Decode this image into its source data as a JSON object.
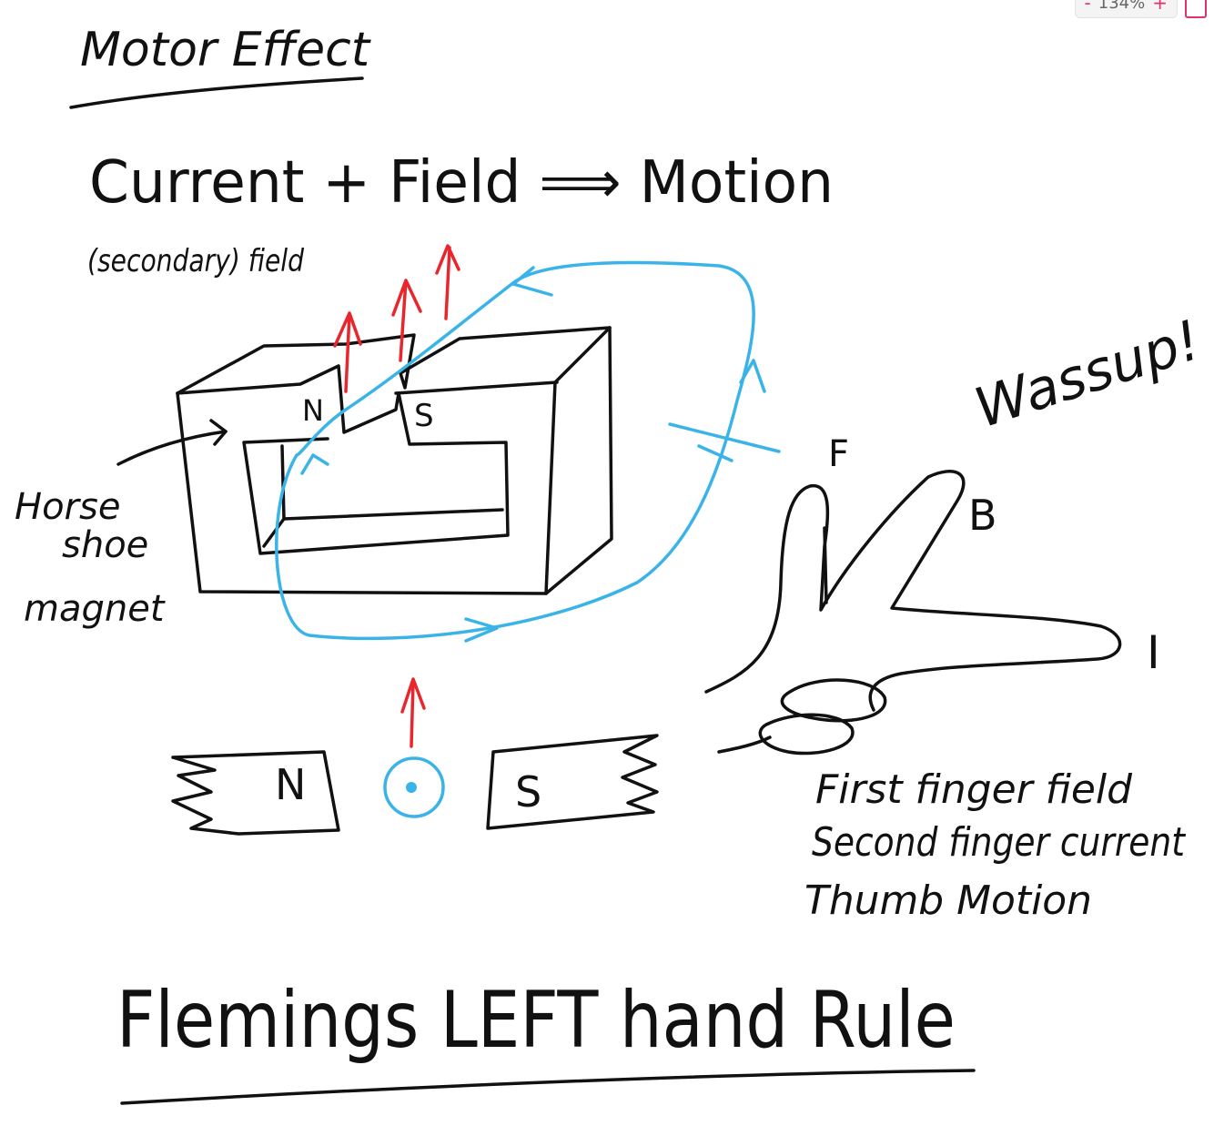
{
  "toolbar": {
    "zoom_level": "134%",
    "zoom_out_glyph": "-",
    "zoom_in_glyph": "+"
  },
  "colors": {
    "ink": "#111111",
    "current": "#3ab4e8",
    "motion": "#e8262c",
    "accent": "#e0306e"
  },
  "notes": {
    "title": "Motor Effect",
    "equation": "Current + Field ⟹ Motion",
    "secondary_field": "(secondary) field",
    "magnet_label": "Horse shoe magnet",
    "wassup": "Wassup!",
    "north": "N",
    "south": "S",
    "finger_f": "F",
    "finger_b": "B",
    "finger_i": "I",
    "rule_line1": "First finger field",
    "rule_line2": "Second finger current",
    "rule_line3": "Thumb Motion",
    "rule_title": "Flemings LEFT hand Rule"
  }
}
